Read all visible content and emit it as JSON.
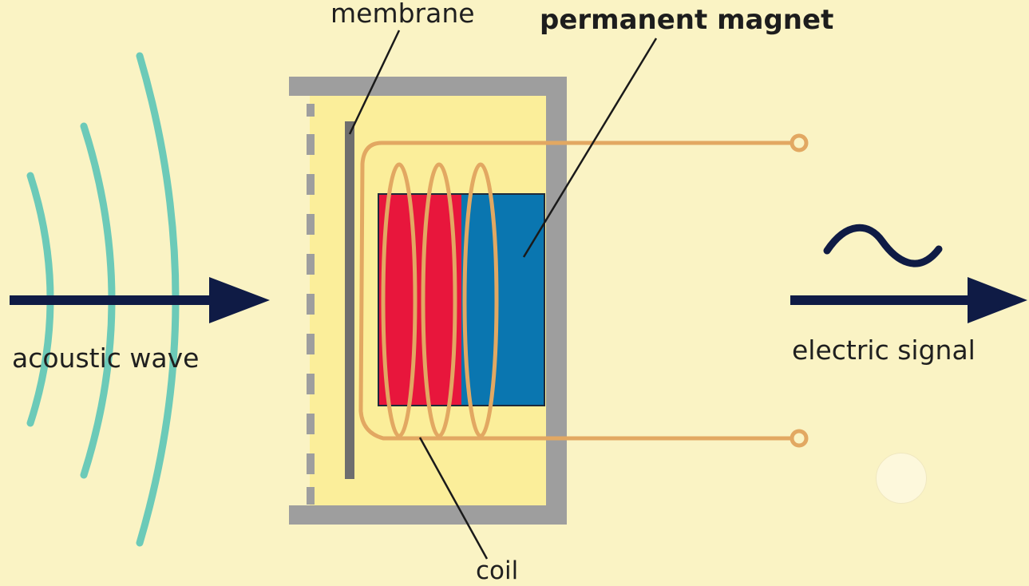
{
  "diagram": {
    "labels": {
      "membrane": "membrane",
      "permanent_magnet": "permanent magnet",
      "acoustic_wave": "acoustic wave",
      "electric_signal": "electric signal",
      "coil": "coil"
    },
    "colors": {
      "background": "#faf3c4",
      "housing": "#9e9e9e",
      "housing_interior": "#fbee9a",
      "wave_arcs": "#6ccab8",
      "arrow": "#0f1b45",
      "magnet_north": "#e8163c",
      "magnet_south": "#0a76b0",
      "coil_wire": "#e2a862",
      "membrane": "#6e6e6e",
      "leader_line": "#1a1a1a",
      "overlay_button": "#fdf8dc"
    },
    "icons": {
      "input_arrow": "right-arrow-icon",
      "output_arrow": "right-arrow-icon",
      "signal": "sine-wave-icon"
    }
  }
}
